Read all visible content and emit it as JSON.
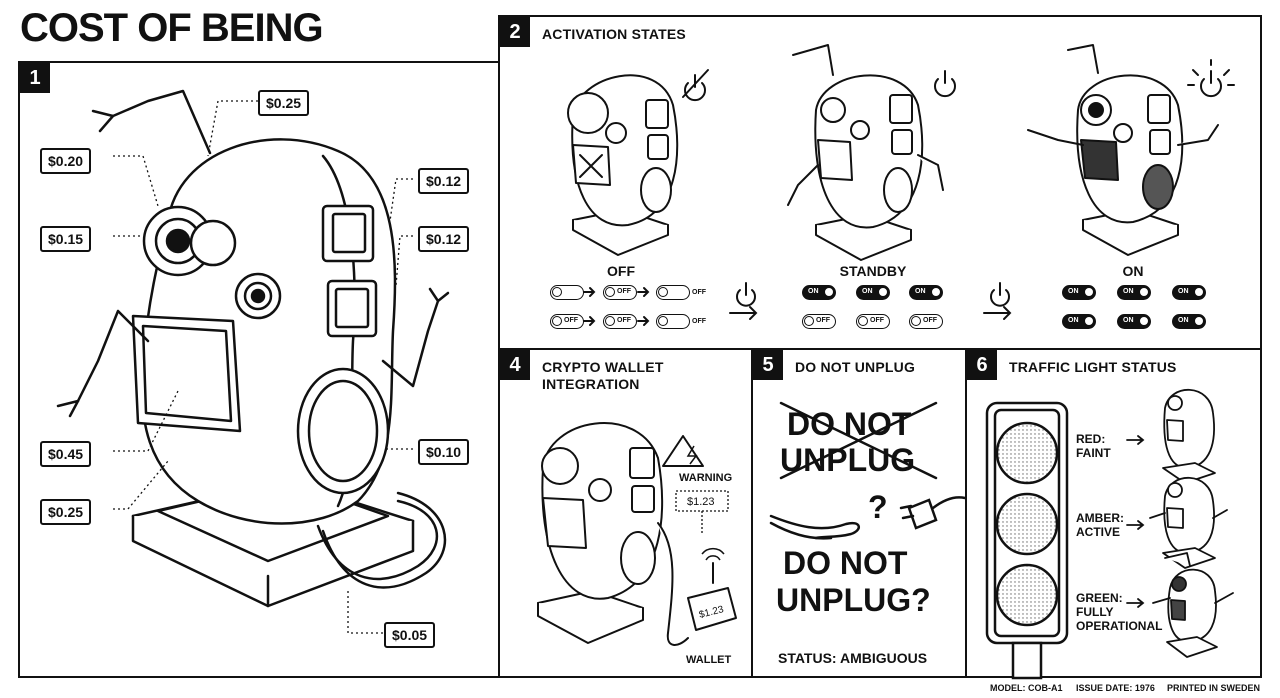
{
  "title": "COST OF BEING",
  "panels": {
    "p1": {
      "number": "1"
    },
    "p2": {
      "number": "2",
      "title": "ACTIVATION STATES"
    },
    "p4": {
      "number": "4",
      "title": "CRYPTO WALLET INTEGRATION"
    },
    "p5": {
      "number": "5",
      "title": "DO NOT UNPLUG"
    },
    "p6": {
      "number": "6",
      "title": "TRAFFIC LIGHT STATUS"
    }
  },
  "prices": {
    "top": "$0.25",
    "eye_left": "$0.20",
    "eye_left2": "$0.15",
    "panel_r1": "$0.12",
    "panel_r2": "$0.12",
    "screen": "$0.45",
    "base": "$0.25",
    "speaker": "$0.10",
    "cable": "$0.05"
  },
  "activation": {
    "states": [
      "OFF",
      "STANDBY",
      "ON"
    ],
    "switch_on": "ON",
    "switch_off": "OFF"
  },
  "wallet": {
    "warning": "WARNING",
    "amount": "$1.23",
    "device_amount": "$1.23",
    "label": "WALLET"
  },
  "unplug": {
    "crossed_line1": "DO NOT",
    "crossed_line2": "UNPLUG",
    "question": "?",
    "line1": "DO NOT",
    "line2": "UNPLUG?",
    "status": "STATUS: AMBIGUOUS"
  },
  "traffic": {
    "red": "RED:\nFAINT",
    "amber": "AMBER:\nACTIVE",
    "green": "GREEN:\nFULLY\nOPERATIONAL"
  },
  "footer": {
    "model": "MODEL: COB-A1",
    "issue": "ISSUE DATE: 1976",
    "printed": "PRINTED IN SWEDEN"
  }
}
